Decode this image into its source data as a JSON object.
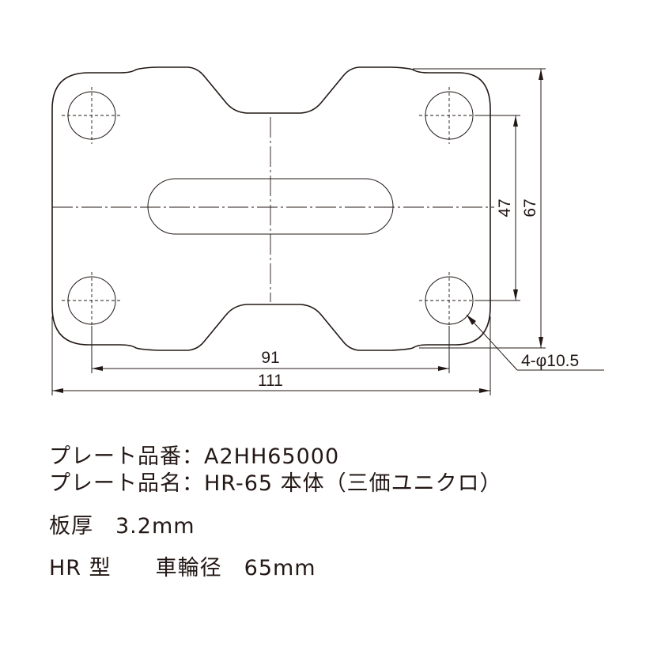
{
  "dimensions": {
    "hole_pitch_width": "91",
    "plate_width": "111",
    "hole_pitch_height": "47",
    "plate_height": "67",
    "hole_callout": "4-φ10.5"
  },
  "specs": {
    "part_number": "プレート品番：A2HH65000",
    "part_name": "プレート品名：HR-65 本体（三価ユニクロ）",
    "thickness": "板厚　3.2mm",
    "model_wheel": "HR 型　　車輪径　65mm"
  },
  "colors": {
    "line": "#231815",
    "background": "#ffffff"
  }
}
